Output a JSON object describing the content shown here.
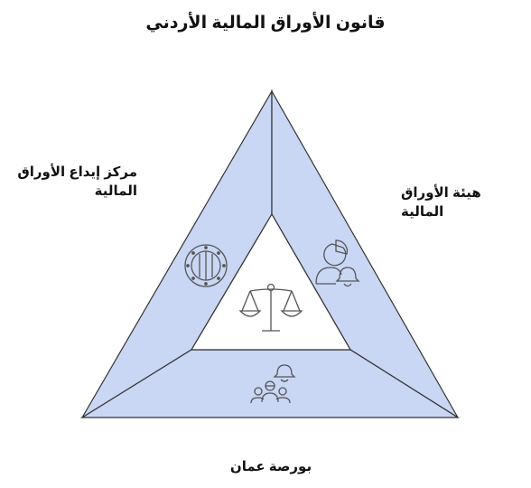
{
  "title": "قانون الأوراق المالية الأردني",
  "labels": {
    "left": "مركز إيداع الأوراق المالية",
    "right": "هيئة الأوراق المالية",
    "bottom": "بورصة عمان"
  },
  "icons": {
    "left_segment": "vault-icon",
    "right_segment": "chart-bell-icon",
    "bottom_segment": "people-bell-icon",
    "center": "balance-scale-icon"
  },
  "colors": {
    "segment_fill": "#c9d6f4",
    "outline": "#333333",
    "center_fill": "#ffffff"
  }
}
